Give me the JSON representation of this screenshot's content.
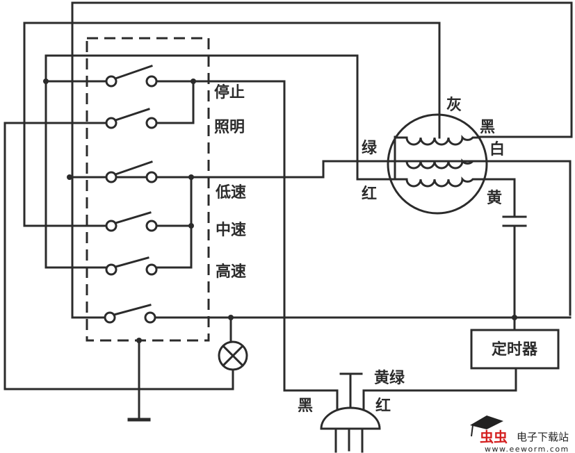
{
  "switch_labels": {
    "stop": "停止",
    "light": "照明",
    "low": "低速",
    "mid": "中速",
    "high": "高速"
  },
  "motor_leads": {
    "gray": "灰",
    "black": "黑",
    "green": "绿",
    "white": "白",
    "red": "红",
    "yellow": "黄"
  },
  "timer_label": "定时器",
  "plug_leads": {
    "yellow_green": "黄绿",
    "black": "黑",
    "red": "红"
  },
  "watermark": {
    "logo_text": "虫虫",
    "site_name": "电子下载站",
    "url": "www.eeworm.com",
    "logo_color": "#d42020"
  }
}
